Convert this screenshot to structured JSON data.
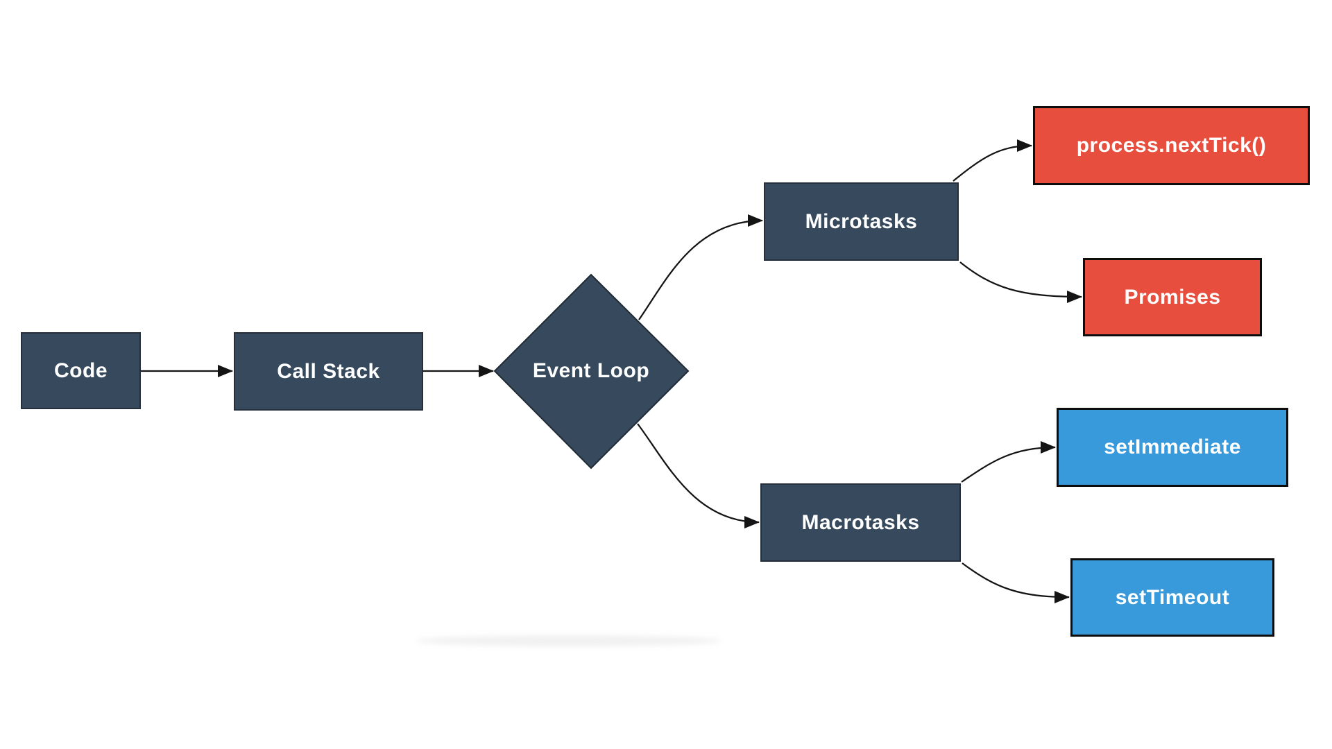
{
  "diagram": {
    "nodes": {
      "code": {
        "label": "Code",
        "shape": "rect",
        "fill": "#36495D"
      },
      "call_stack": {
        "label": "Call Stack",
        "shape": "rect",
        "fill": "#36495D"
      },
      "event_loop": {
        "label": "Event Loop",
        "shape": "diamond",
        "fill": "#36495D"
      },
      "microtasks": {
        "label": "Microtasks",
        "shape": "rect",
        "fill": "#36495D"
      },
      "macrotasks": {
        "label": "Macrotasks",
        "shape": "rect",
        "fill": "#36495D"
      },
      "process_next_tick": {
        "label": "process.nextTick()",
        "shape": "rect",
        "fill": "#E84E3D"
      },
      "promises": {
        "label": "Promises",
        "shape": "rect",
        "fill": "#E84E3D"
      },
      "set_immediate": {
        "label": "setImmediate",
        "shape": "rect",
        "fill": "#3899DB"
      },
      "set_timeout": {
        "label": "setTimeout",
        "shape": "rect",
        "fill": "#3899DB"
      }
    },
    "edges": [
      {
        "from": "code",
        "to": "call_stack",
        "style": "straight-arrow"
      },
      {
        "from": "call_stack",
        "to": "event_loop",
        "style": "straight-arrow"
      },
      {
        "from": "event_loop",
        "to": "microtasks",
        "style": "curved-arrow"
      },
      {
        "from": "event_loop",
        "to": "macrotasks",
        "style": "curved-arrow"
      },
      {
        "from": "microtasks",
        "to": "process_next_tick",
        "style": "curved-arrow"
      },
      {
        "from": "microtasks",
        "to": "promises",
        "style": "curved-arrow"
      },
      {
        "from": "macrotasks",
        "to": "set_immediate",
        "style": "curved-arrow"
      },
      {
        "from": "macrotasks",
        "to": "set_timeout",
        "style": "curved-arrow"
      }
    ],
    "colors": {
      "node_navy": "#36495D",
      "node_red": "#E84E3D",
      "node_blue": "#3899DB",
      "node_text": "#FFFFFF",
      "arrow": "#141414",
      "background": "#FFFFFF"
    }
  }
}
